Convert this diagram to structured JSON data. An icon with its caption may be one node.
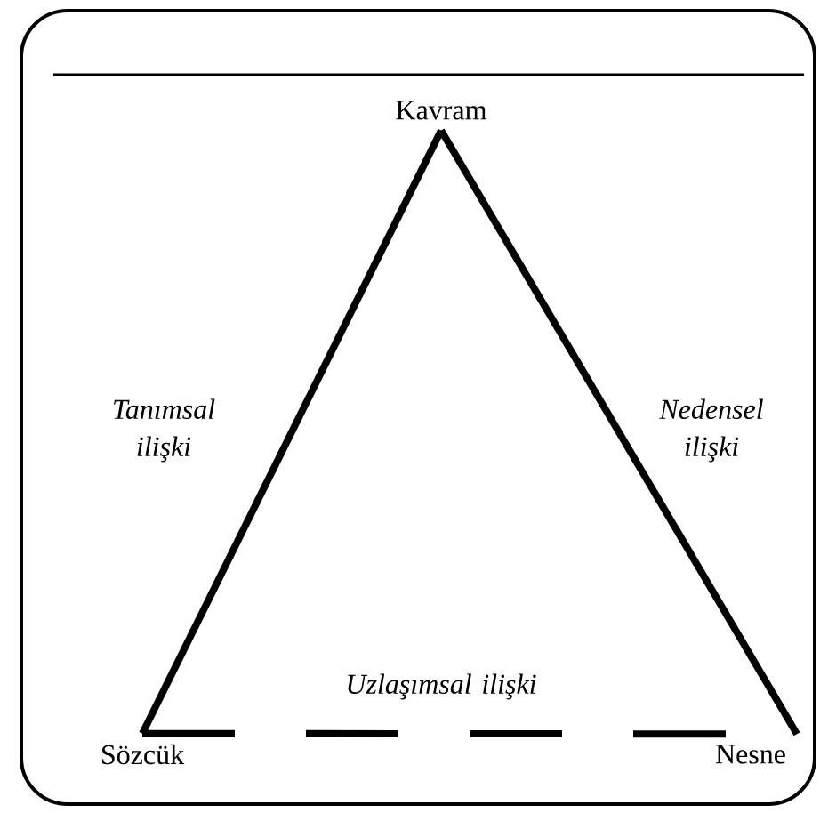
{
  "diagram": {
    "nodes": [
      {
        "text": [
          "Kavram"
        ]
      },
      {
        "text": [
          "Sözcük"
        ]
      },
      {
        "text": [
          "Nesne"
        ]
      }
    ],
    "edges": [
      {
        "from": 0,
        "to": 1,
        "arrow": "none",
        "label": "Tanımsal ilişki"
      },
      {
        "from": 0,
        "to": 2,
        "arrow": "none",
        "label": "Nedensel ilişki"
      },
      {
        "from": 1,
        "to": 2,
        "arrow": "none",
        "label": "Uzlaşımsal ilişki",
        "style": "dashed"
      }
    ]
  }
}
